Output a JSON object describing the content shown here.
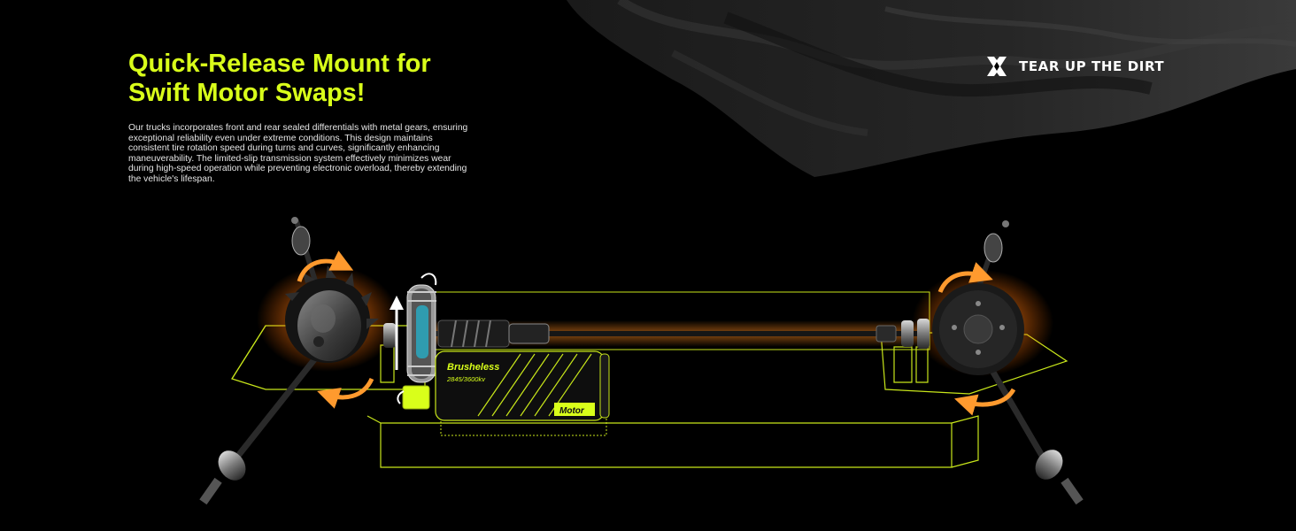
{
  "headline": {
    "line1": "Quick-Release Mount for",
    "line2": "Swift Motor Swaps!"
  },
  "body_text": "Our trucks incorporates front and rear sealed differentials with metal gears, ensuring exceptional reliability even under extreme conditions. This design maintains consistent tire rotation speed during turns and curves, significantly enhancing maneuverability. The limited-slip transmission system effectively minimizes wear during high-speed operation while preventing electronic overload, thereby extending the vehicle's lifespan.",
  "brand": {
    "icon": "x-logo-icon",
    "tagline": "TEAR UP THE DIRT"
  },
  "motor": {
    "type_label": "Brusheless",
    "kv_label": "2845/3600kv",
    "name_label": "Motor"
  },
  "colors": {
    "background": "#000000",
    "accent": "#d9ff1a",
    "glow": "#ff8a1e",
    "arrow": "#ff9a2e"
  },
  "icons": [
    "rotation-arrow-icon",
    "up-arrow-icon"
  ]
}
